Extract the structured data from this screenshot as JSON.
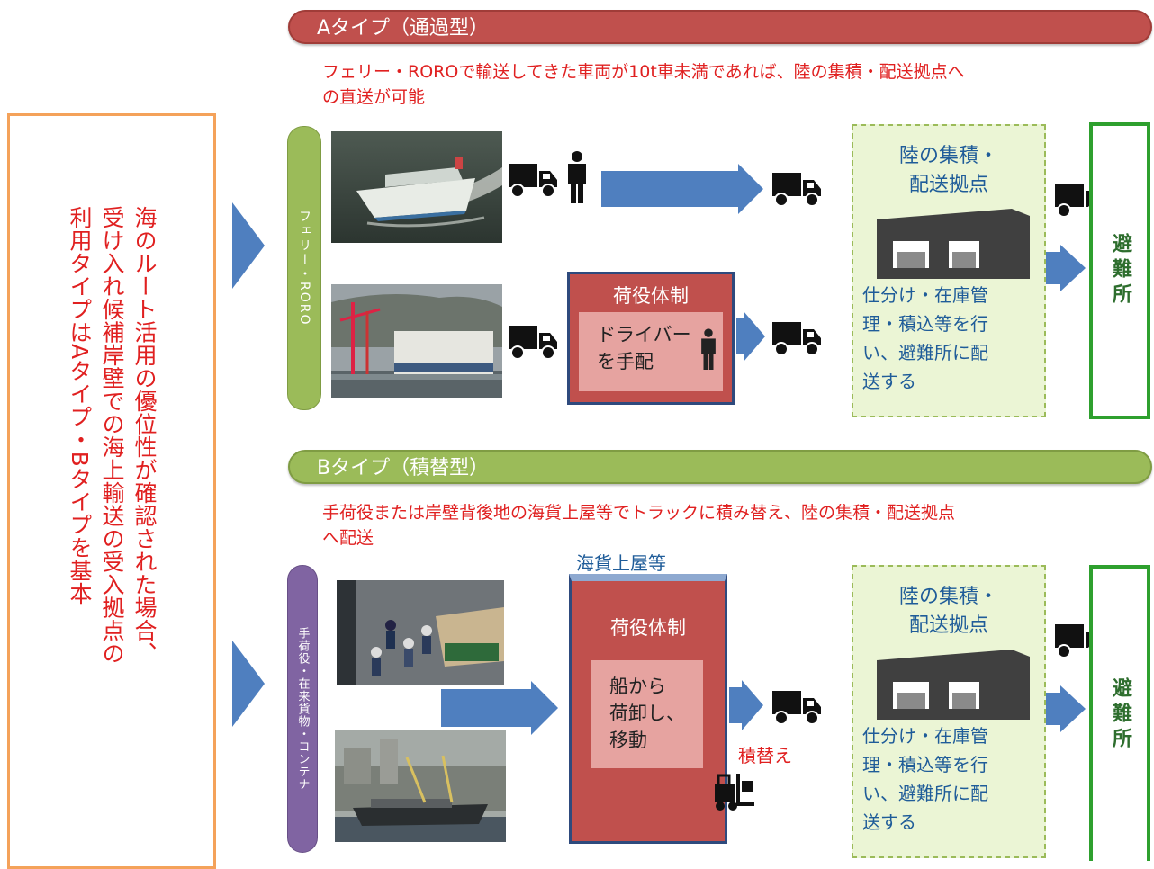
{
  "left_note": {
    "lines": [
      "海のルート活用の優位性が確認された場合、",
      "受け入れ候補岸壁での海上輸送の受入拠点の",
      "利用タイプはAタイプ・Bタイプを基本"
    ]
  },
  "type_a": {
    "header": "Aタイプ（通過型）",
    "desc_line1": "フェリー・ROROで輸送してきた車両が10t車未満であれば、陸の集積・配送拠点へ",
    "desc_line2": "の直送が可能",
    "mode_label": "フェリー・RORO",
    "handling_title": "荷役体制",
    "handling_text_line1": "ドライバー",
    "handling_text_line2": "を手配",
    "hub_title_line1": "陸の集積・",
    "hub_title_line2": "配送拠点",
    "hub_desc_lines": [
      "仕分け・在庫管",
      "理・積込等を行",
      "い、避難所に配",
      "送する"
    ],
    "shelter": "避難所"
  },
  "type_b": {
    "header": "Bタイプ（積替型）",
    "desc_line1": "手荷役または岸壁背後地の海貨上屋等でトラックに積み替え、陸の集積・配送拠点",
    "desc_line2": "へ配送",
    "mode_label": "手荷役・在来貨物・コンテナ",
    "warehouse_label": "海貨上屋等",
    "handling_title": "荷役体制",
    "handling_text_lines": [
      "船から",
      "荷卸し、",
      "移動"
    ],
    "transship_label": "積替え",
    "hub_title_line1": "陸の集積・",
    "hub_title_line2": "配送拠点",
    "hub_desc_lines": [
      "仕分け・在庫管",
      "理・積込等を行",
      "い、避難所に配",
      "送する"
    ],
    "shelter": "避難所"
  },
  "colors": {
    "type_a_header": "#c0504d",
    "type_b_header": "#9bbb59",
    "arrow": "#4f7fbf",
    "desc_text": "#e02020",
    "hub_text": "#1f5c99",
    "shelter_border": "#2ea02e"
  }
}
